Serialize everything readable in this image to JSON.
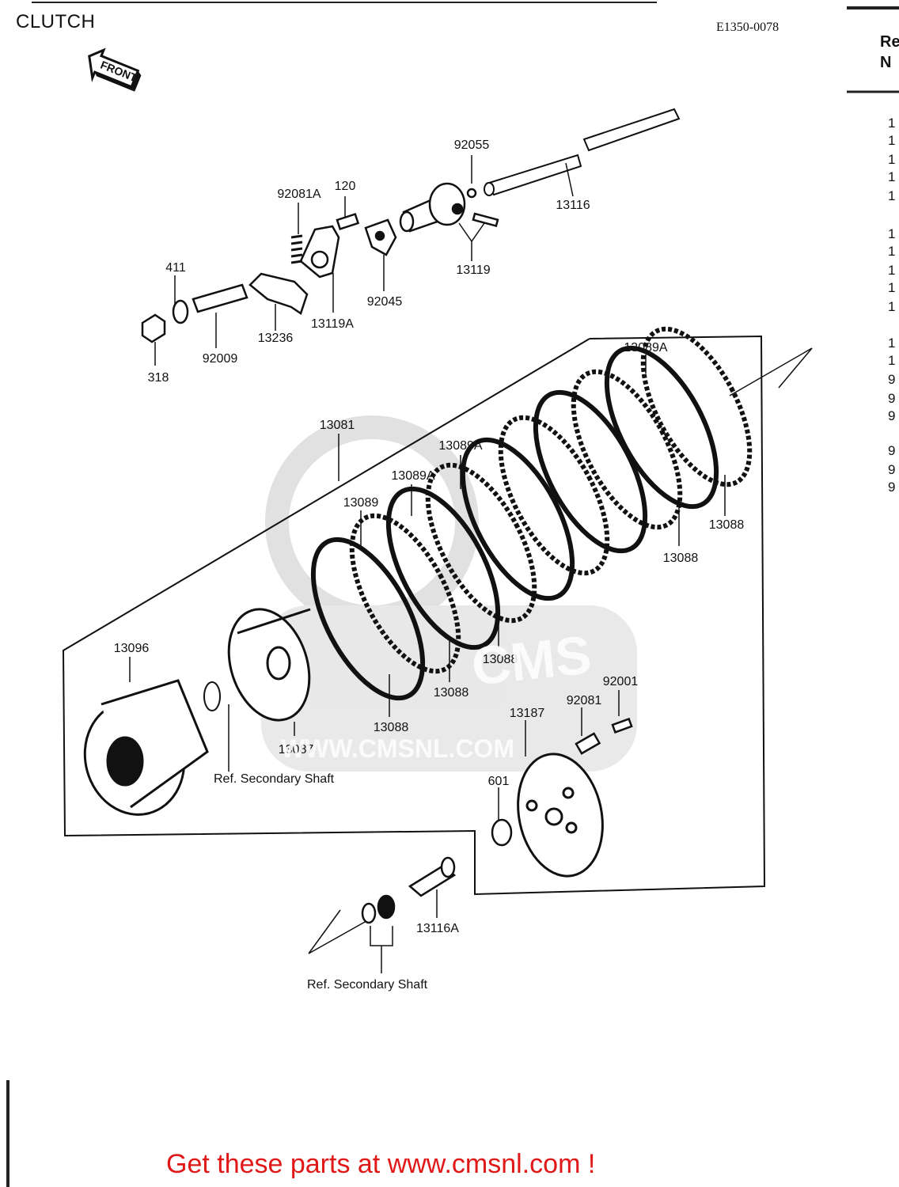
{
  "header": {
    "title": "CLUTCH",
    "code": "E1350-0078"
  },
  "right_column": {
    "heading": "Re\nN",
    "items": [
      "1",
      "1",
      "1",
      "1",
      "1",
      "1",
      "1",
      "1",
      "1",
      "1",
      "1",
      "1",
      "9",
      "9",
      "9",
      "9",
      "9",
      "9"
    ]
  },
  "front_marker": "FRONT",
  "part_labels": [
    "92055",
    "13116",
    "92081A",
    "120",
    "13119",
    "411",
    "92045",
    "13119A",
    "13236",
    "92009",
    "318",
    "13089A",
    "13081",
    "13089A",
    "13089A",
    "13089",
    "13088",
    "13088",
    "13088",
    "13088",
    "13096",
    "13088",
    "13087",
    "92001",
    "92081",
    "13187",
    "601",
    "13116A"
  ],
  "notes": {
    "ref_hub": "Ref. Secondary Shaft",
    "ref_bottom": "Ref. Secondary Shaft"
  },
  "watermark": {
    "brand": "CMS",
    "url": "WWW.CMSNL.COM"
  },
  "footer": {
    "text": "Get these parts at www.cmsnl.com !",
    "color": "#e01818"
  }
}
